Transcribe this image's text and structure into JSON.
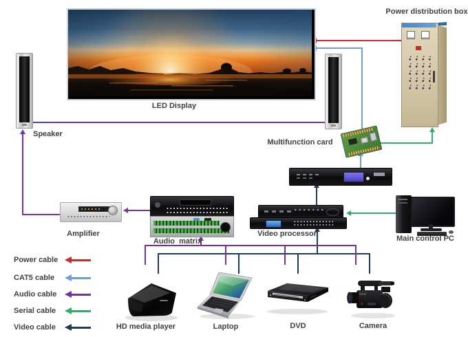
{
  "diagram": {
    "type": "system-connection-diagram",
    "subject": "LED display system wiring diagram"
  },
  "devices": {
    "led_display": {
      "label": "LED Display"
    },
    "speaker": {
      "label": "Speaker"
    },
    "power_distribution_box": {
      "label": "Power distribution box"
    },
    "multifunction_card": {
      "label": "Multifunction card"
    },
    "video_processor": {
      "label": "Video processor"
    },
    "main_control_pc": {
      "label": "Main control PC"
    },
    "amplifier": {
      "label": "Amplifier"
    },
    "audio_matrix": {
      "label": "Audio  matrix"
    },
    "hd_media_player": {
      "label": "HD media player"
    },
    "laptop": {
      "label": "Laptop"
    },
    "dvd": {
      "label": "DVD"
    },
    "camera": {
      "label": "Camera"
    }
  },
  "legend": {
    "items": [
      {
        "label": "Power cable",
        "color": "#ce2a2a"
      },
      {
        "label": "CAT5 cable",
        "color": "#6f9ed6"
      },
      {
        "label": "Audio cable",
        "color": "#7331a1"
      },
      {
        "label": "Serial cable",
        "color": "#2bb165"
      },
      {
        "label": "Video cable",
        "color": "#223a5c"
      }
    ]
  },
  "connections": [
    {
      "cable": "Power cable",
      "from": "Power distribution box",
      "to": "LED Display"
    },
    {
      "cable": "CAT5 cable",
      "from": "Multifunction card",
      "to": "LED Display"
    },
    {
      "cable": "CAT5 cable",
      "from": "unlabeled rack unit",
      "to": "Multifunction card"
    },
    {
      "cable": "Serial cable",
      "from": "Multifunction card",
      "to": "Power distribution box"
    },
    {
      "cable": "Serial cable",
      "from": "Main control PC",
      "to": "Video processor"
    },
    {
      "cable": "Video cable",
      "from": "Video processor",
      "to": "unlabeled rack unit"
    },
    {
      "cable": "Video cable",
      "from": "HD media player, Laptop, DVD, Camera",
      "to": "Video processor"
    },
    {
      "cable": "Audio cable",
      "from": "HD media player, Laptop, DVD, Camera",
      "to": "Audio matrix"
    },
    {
      "cable": "Audio cable",
      "from": "Audio matrix",
      "to": "Amplifier"
    },
    {
      "cable": "Audio cable",
      "from": "Amplifier",
      "to": "Speaker"
    }
  ]
}
